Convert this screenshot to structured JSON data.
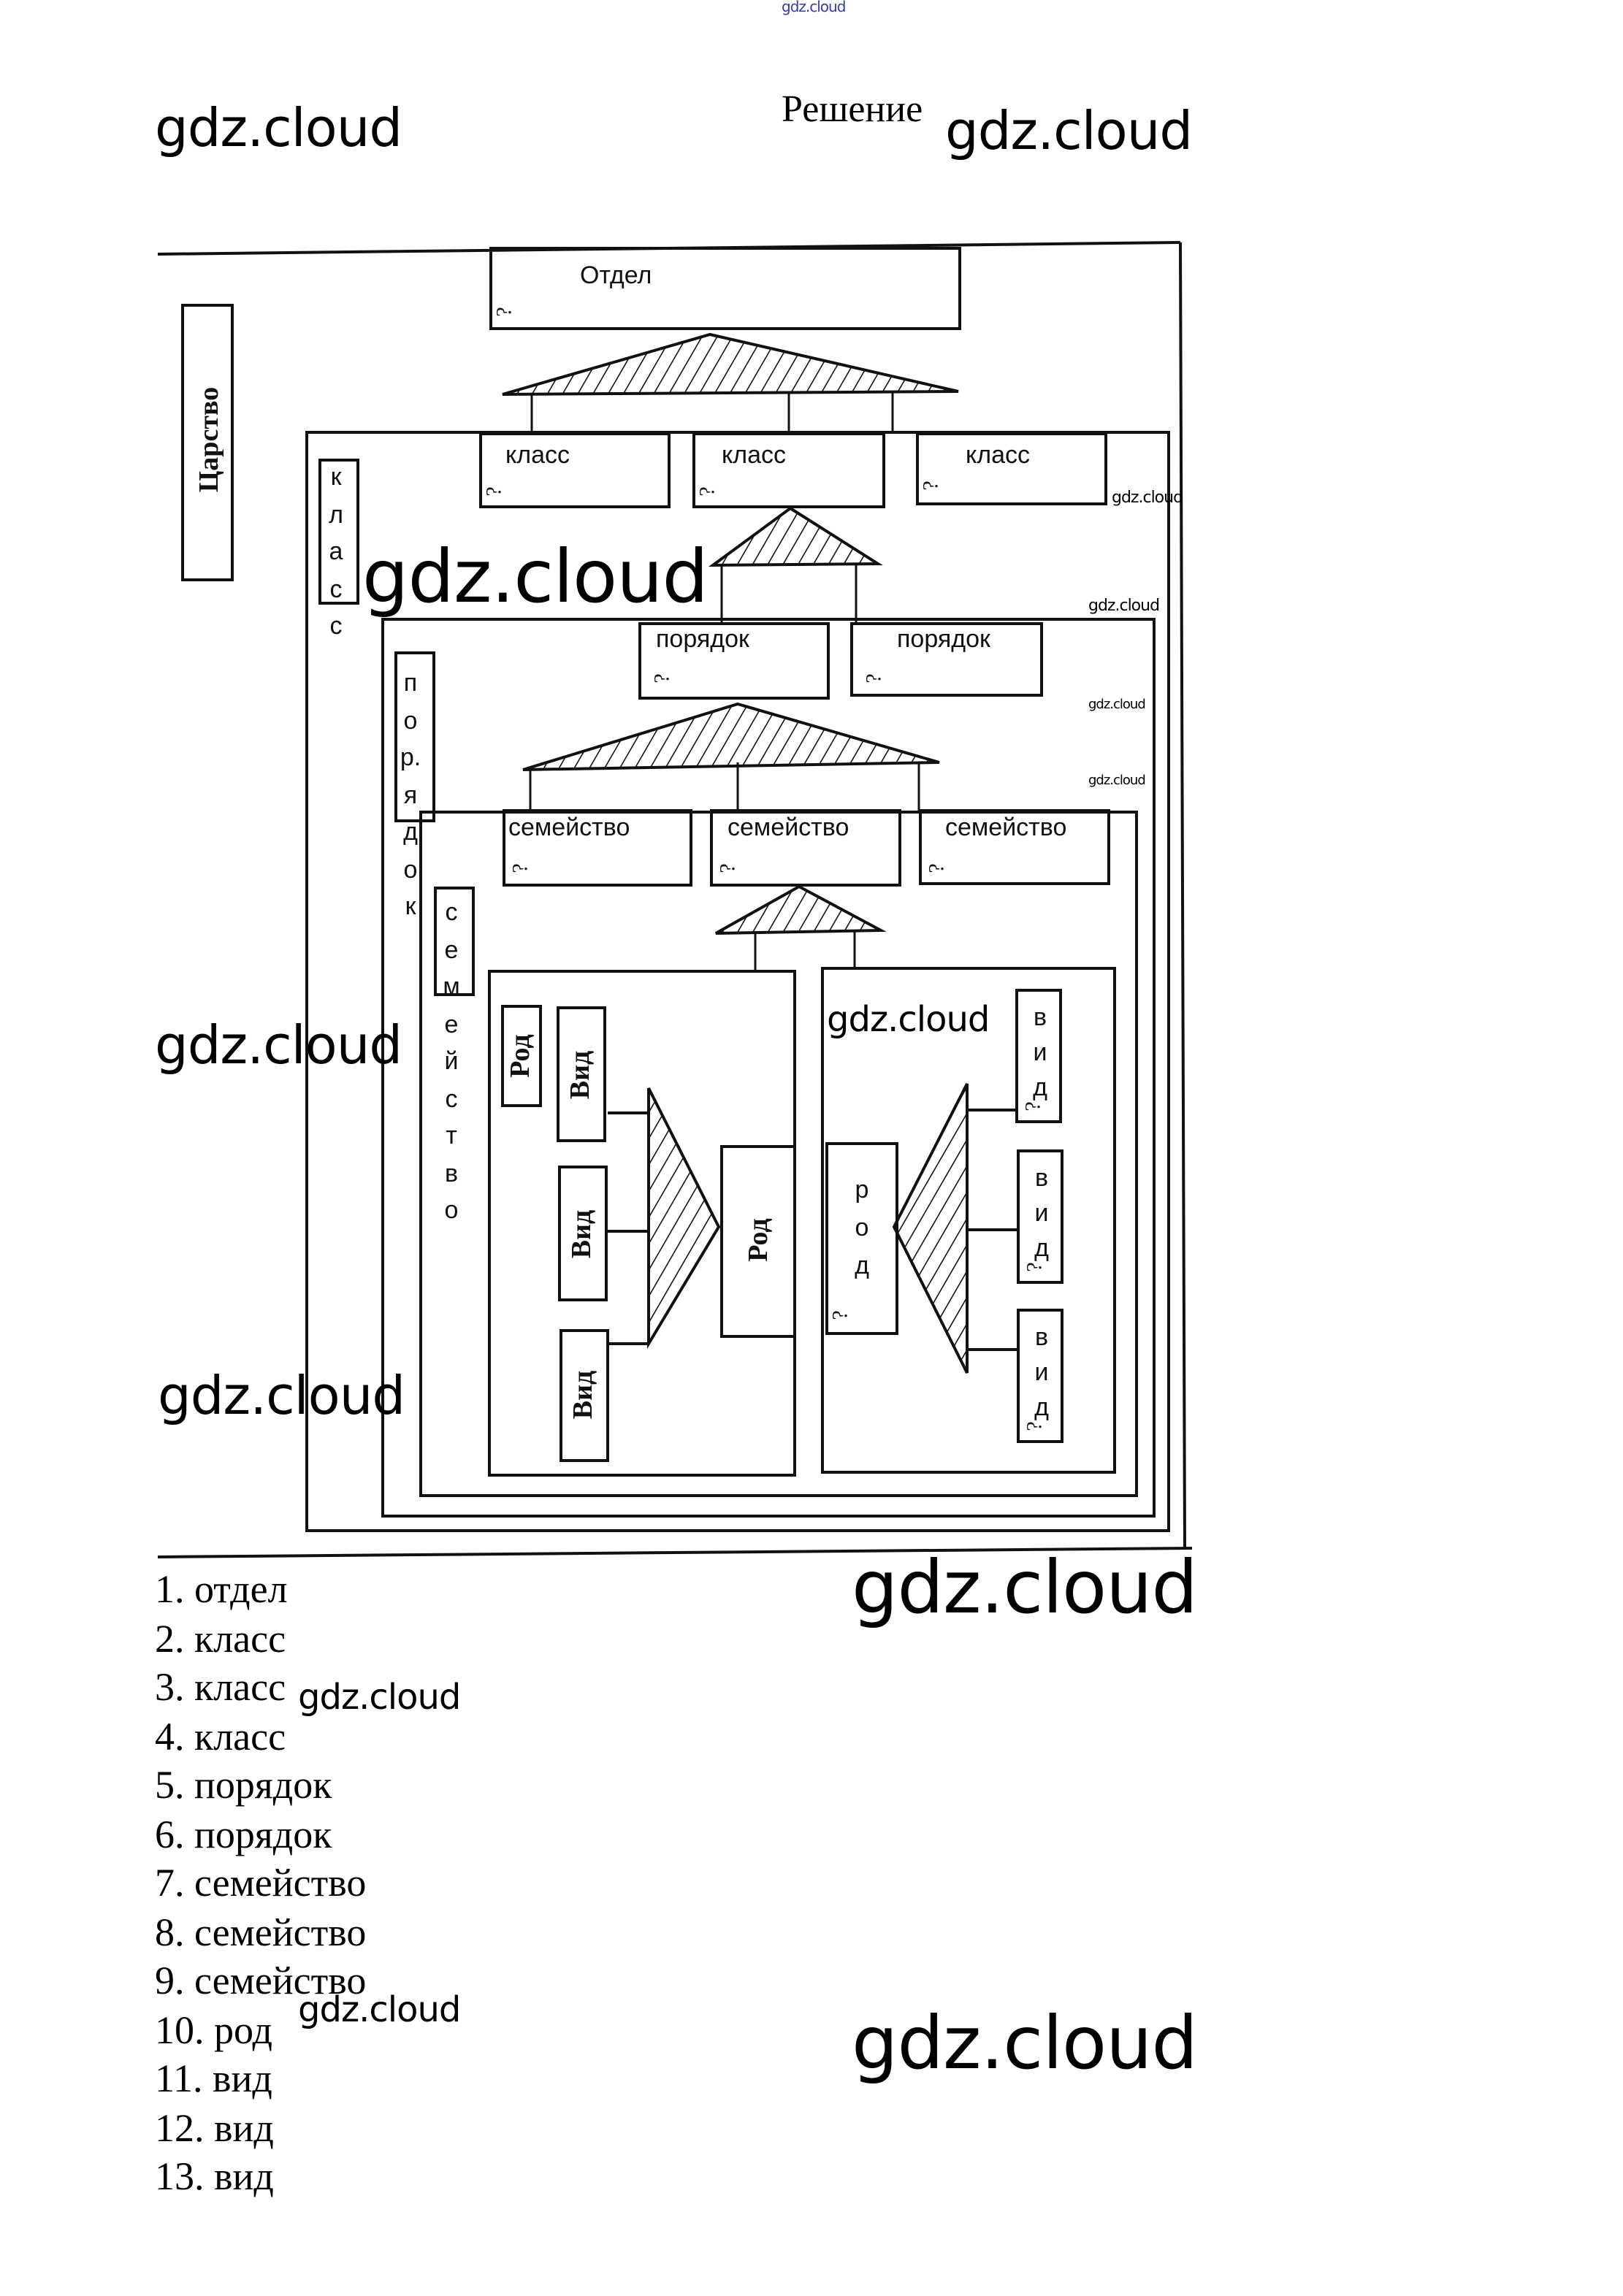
{
  "header": {
    "top_watermark": "gdz.cloud",
    "title": "Решение"
  },
  "watermarks": {
    "mark": "gdz.cloud"
  },
  "diagram": {
    "kingdom_label": "Царство",
    "division": {
      "label": "Отдел",
      "answer_mark": "?"
    },
    "classes": [
      {
        "label": "класс",
        "answer_mark": "?"
      },
      {
        "label": "класс",
        "answer_mark": "?"
      },
      {
        "label": "класс",
        "answer_mark": "?"
      }
    ],
    "class_side_label": [
      "к",
      "л",
      "а",
      "с",
      "с"
    ],
    "orders": [
      {
        "label": "порядок",
        "answer_mark": "?"
      },
      {
        "label": "порядок",
        "answer_mark": "?"
      }
    ],
    "order_side_label": [
      "п",
      "о",
      "р.",
      "я",
      "д",
      "о",
      "к"
    ],
    "families": [
      {
        "label": "семейство",
        "answer_mark": "?"
      },
      {
        "label": "семейство",
        "answer_mark": "?"
      },
      {
        "label": "семейство",
        "answer_mark": "?"
      }
    ],
    "family_side_label": [
      "с",
      "е",
      "м",
      "е",
      "й",
      "с",
      "т",
      "в",
      "о"
    ],
    "left_genus_block": {
      "genus_tag": "Род",
      "species": [
        "Вид",
        "Вид",
        "Вид"
      ],
      "genus": "Род"
    },
    "right_genus_block": {
      "genus_letters": [
        "р",
        "о",
        "д"
      ],
      "genus_answer_mark": "?",
      "species": [
        {
          "letters": [
            "в",
            "и",
            "д"
          ],
          "answer_mark": "?"
        },
        {
          "letters": [
            "в",
            "и",
            "д"
          ],
          "answer_mark": "?"
        },
        {
          "letters": [
            "в",
            "и",
            "д"
          ],
          "answer_mark": "?"
        }
      ]
    }
  },
  "answers": [
    "1. отдел",
    "2. класс",
    "3. класс",
    "4. класс",
    "5. порядок",
    "6. порядок",
    "7. семейство",
    "8. семейство",
    "9. семейство",
    "10. род",
    "11. вид",
    "12. вид",
    "13. вид"
  ]
}
